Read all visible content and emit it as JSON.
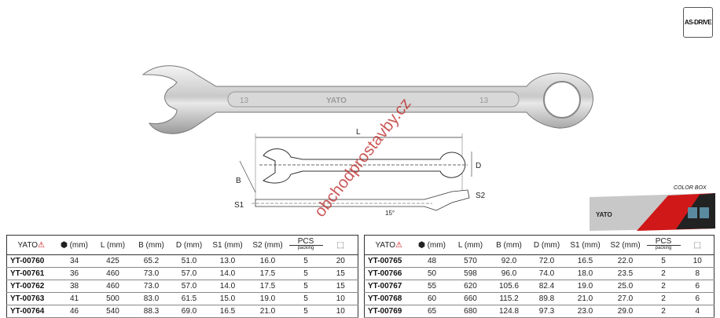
{
  "badge": "AS-DRIVE",
  "watermark": "obchodprostavby.cz",
  "photo_marks": {
    "left_size": "13",
    "right_size": "13",
    "brand": "YATO"
  },
  "diagram": {
    "L": "L",
    "B": "B",
    "D": "D",
    "S1": "S1",
    "S2": "S2",
    "angle": "15°"
  },
  "color_box": {
    "label": "COLOR BOX",
    "brand": "YATO"
  },
  "table_headers": {
    "brand": "YATO",
    "size": "(mm)",
    "L": "L (mm)",
    "B": "B (mm)",
    "D": "D (mm)",
    "S1": "S1 (mm)",
    "S2": "S2 (mm)",
    "pcs": "PCS",
    "packing": "packing"
  },
  "icons": {
    "size": "hexagon-nut-icon",
    "carton": "box-icon",
    "logo": "yato-triangle-icon"
  },
  "tables": [
    {
      "rows": [
        [
          "YT-00760",
          "34",
          "425",
          "65.2",
          "51.0",
          "13.0",
          "16.0",
          "5",
          "20"
        ],
        [
          "YT-00761",
          "36",
          "460",
          "73.0",
          "57.0",
          "14.0",
          "17.5",
          "5",
          "15"
        ],
        [
          "YT-00762",
          "38",
          "460",
          "73.0",
          "57.0",
          "14.0",
          "17.5",
          "5",
          "15"
        ],
        [
          "YT-00763",
          "41",
          "500",
          "83.0",
          "61.5",
          "15.0",
          "19.0",
          "5",
          "10"
        ],
        [
          "YT-00764",
          "46",
          "540",
          "88.3",
          "69.0",
          "16.5",
          "21.0",
          "5",
          "10"
        ]
      ]
    },
    {
      "rows": [
        [
          "YT-00765",
          "48",
          "570",
          "92.0",
          "72.0",
          "16.5",
          "22.0",
          "5",
          "10"
        ],
        [
          "YT-00766",
          "50",
          "598",
          "96.0",
          "74.0",
          "18.0",
          "23.5",
          "2",
          "8"
        ],
        [
          "YT-00767",
          "55",
          "620",
          "105.6",
          "82.4",
          "19.0",
          "25.0",
          "2",
          "6"
        ],
        [
          "YT-00768",
          "60",
          "660",
          "115.2",
          "89.8",
          "21.0",
          "27.0",
          "2",
          "6"
        ],
        [
          "YT-00769",
          "65",
          "680",
          "124.8",
          "97.3",
          "23.0",
          "29.0",
          "2",
          "4"
        ]
      ]
    }
  ]
}
